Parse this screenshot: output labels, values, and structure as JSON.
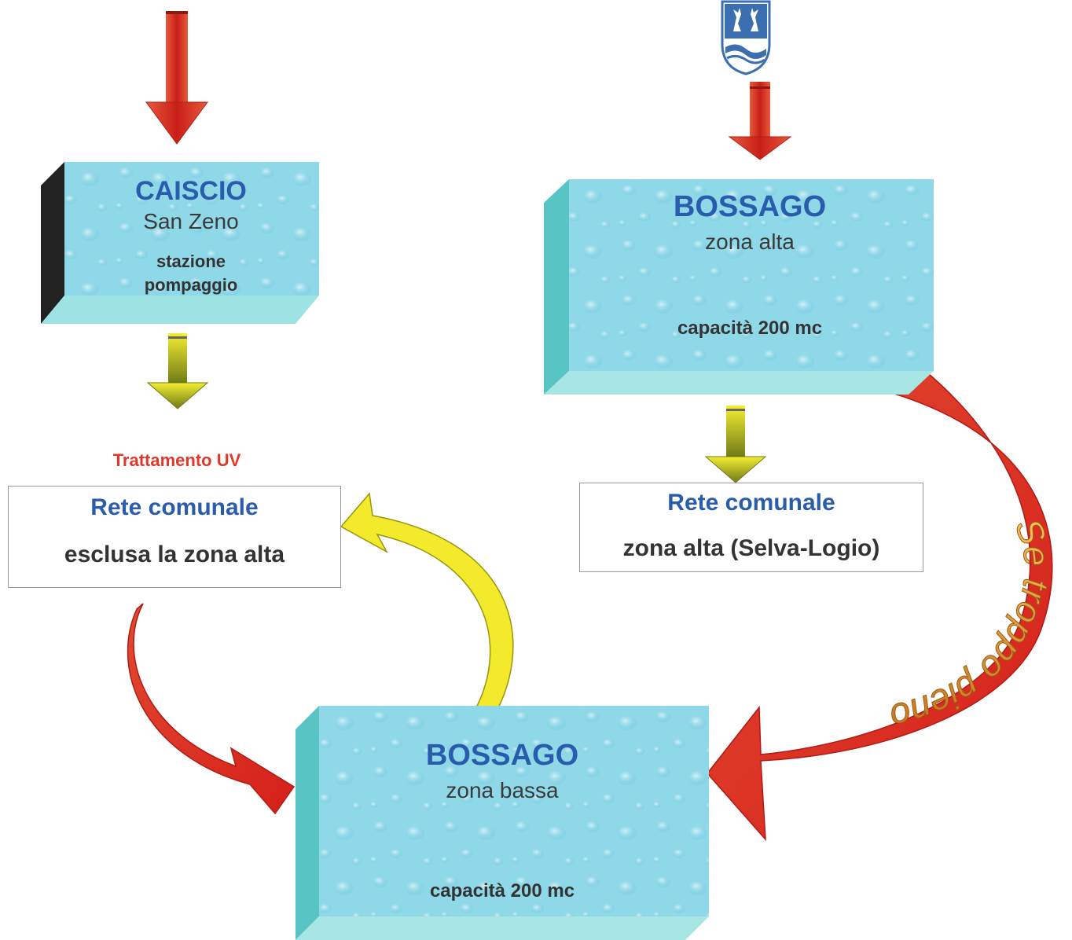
{
  "caiscio": {
    "name": "CAISCIO",
    "sub": "San Zeno",
    "note_line1": "stazione",
    "note_line2": "pompaggio"
  },
  "bossago_alta": {
    "name": "BOSSAGO",
    "sub": "zona alta",
    "capacity": "capacità 200 mc"
  },
  "bossago_bassa": {
    "name": "BOSSAGO",
    "sub": "zona bassa",
    "capacity": "capacità 200 mc"
  },
  "treatment_label": "Trattamento UV",
  "rete_left": {
    "title": "Rete comunale",
    "subtitle": "esclusa la zona alta"
  },
  "rete_right": {
    "title": "Rete comunale",
    "subtitle": "zona alta (Selva-Logio)"
  },
  "overflow_label": "Se troppo pieno",
  "icons": {
    "crest": "municipal-coat-of-arms-icon"
  },
  "colors": {
    "water_front": "#8ed6e6",
    "water_side": "#5fc3c8",
    "title_blue": "#2a5cad",
    "red_arrow": "#d8261f",
    "yellow_arrow": "#f2ea2a",
    "olive_arrow": "#7c8a1c",
    "uv_red": "#e0392a",
    "wordart_orange": "#d98a2a"
  }
}
